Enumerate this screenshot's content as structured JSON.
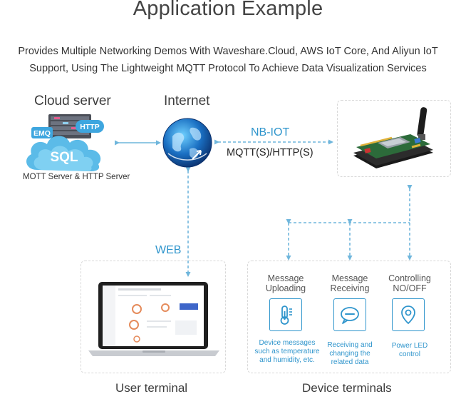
{
  "header": {
    "title": "Application Example",
    "subtitle_line1": "Provides Multiple Networking Demos With Waveshare.Cloud, AWS IoT Core, And Aliyun IoT",
    "subtitle_line2": "Support, Using The Lightweight MQTT Protocol To Achieve Data Visualization Services"
  },
  "cloud": {
    "label": "Cloud server",
    "badge_emq": "EMQ",
    "badge_http": "HTTP",
    "badge_sql": "SQL",
    "caption": "MOTT Server & HTTP Server"
  },
  "internet": {
    "label": "Internet"
  },
  "link": {
    "protocol": "NB-IOT",
    "transport": "MQTT(S)/HTTP(S)"
  },
  "web": {
    "label": "WEB"
  },
  "user_terminal": {
    "label": "User terminal"
  },
  "device_terminals": {
    "label": "Device terminals",
    "features": [
      {
        "title": "Message\nUploading",
        "icon": "thermometer-icon",
        "desc": "Device messages\nsuch as temperature\nand humidity, etc."
      },
      {
        "title": "Message\nReceiving",
        "icon": "chat-bubble-icon",
        "desc": "Receiving and\nchanging the\nrelated data"
      },
      {
        "title": "Controlling\nNO/OFF",
        "icon": "location-pin-icon",
        "desc": "Power LED\ncontrol"
      }
    ]
  },
  "colors": {
    "accent": "#2f95cc",
    "arrow": "#6fb6dc",
    "dashed_border": "#d8d8d8"
  }
}
